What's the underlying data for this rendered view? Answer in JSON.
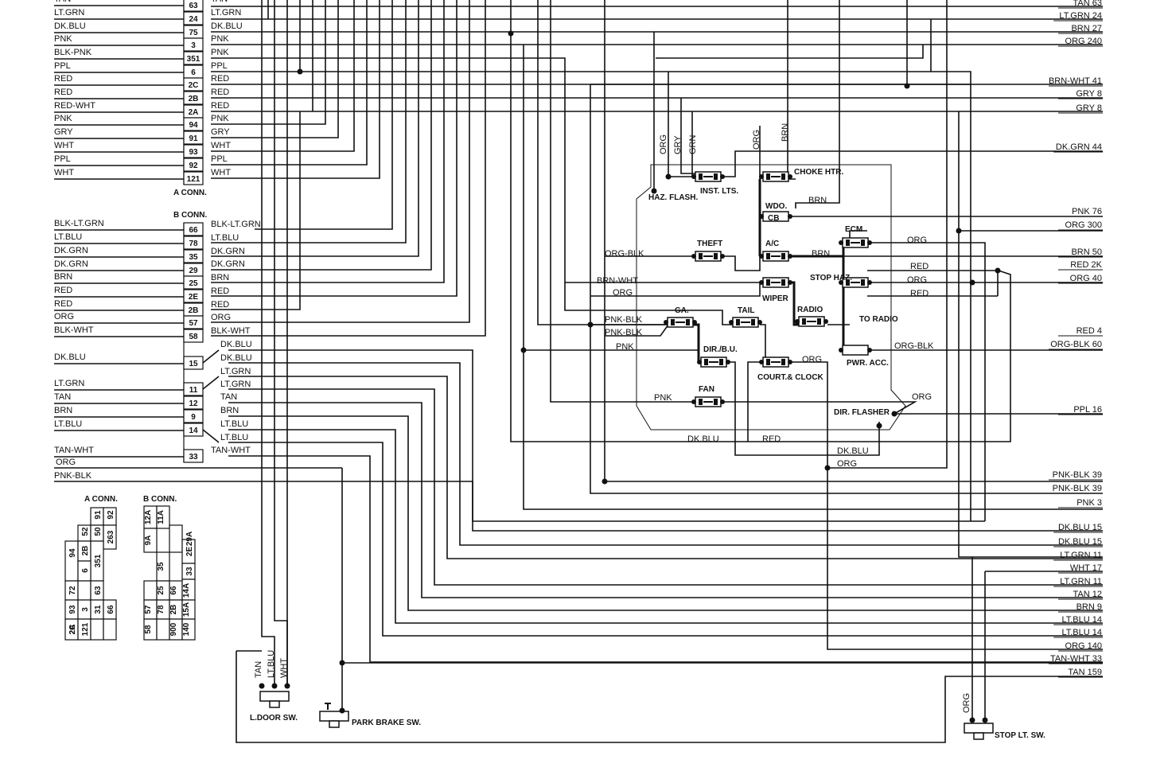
{
  "left_connector": {
    "a_title": "A CONN.",
    "b_title": "B CONN.",
    "a_rows": [
      {
        "pin": "63",
        "left": "TAN",
        "right": "TAN"
      },
      {
        "pin": "24",
        "left": "LT.GRN",
        "right": "LT.GRN"
      },
      {
        "pin": "75",
        "left": "DK.BLU",
        "right": "DK.BLU"
      },
      {
        "pin": "3",
        "left": "PNK",
        "right": "PNK"
      },
      {
        "pin": "351",
        "left": "BLK-PNK",
        "right": "PNK"
      },
      {
        "pin": "6",
        "left": "PPL",
        "right": "PPL"
      },
      {
        "pin": "2C",
        "left": "RED",
        "right": "RED"
      },
      {
        "pin": "2B",
        "left": "RED",
        "right": "RED"
      },
      {
        "pin": "2A",
        "left": "RED-WHT",
        "right": "RED"
      },
      {
        "pin": "94",
        "left": "PNK",
        "right": "PNK"
      },
      {
        "pin": "91",
        "left": "GRY",
        "right": "GRY"
      },
      {
        "pin": "93",
        "left": "WHT",
        "right": "WHT"
      },
      {
        "pin": "92",
        "left": "PPL",
        "right": "PPL"
      },
      {
        "pin": "121",
        "left": "WHT",
        "right": "WHT"
      }
    ],
    "b_rows": [
      {
        "pin": "66",
        "left": "BLK-LT.GRN",
        "right": "BLK-LT.GRN"
      },
      {
        "pin": "78",
        "left": "LT.BLU",
        "right": "LT.BLU"
      },
      {
        "pin": "35",
        "left": "DK.GRN",
        "right": "DK.GRN"
      },
      {
        "pin": "29",
        "left": "DK.GRN",
        "right": "DK.GRN"
      },
      {
        "pin": "25",
        "left": "BRN",
        "right": "BRN"
      },
      {
        "pin": "2E",
        "left": "RED",
        "right": "RED"
      },
      {
        "pin": "2B",
        "left": "RED",
        "right": "RED"
      },
      {
        "pin": "57",
        "left": "ORG",
        "right": "ORG"
      },
      {
        "pin": "58",
        "left": "BLK-WHT",
        "right": "BLK-WHT"
      },
      {
        "pin": "15",
        "left": "DK.BLU",
        "right": "DK.BLU"
      },
      {
        "pin": "11",
        "left": "LT.GRN",
        "right": "LT.GRN"
      },
      {
        "pin": "12",
        "left": "TAN",
        "right": "TAN"
      },
      {
        "pin": "9",
        "left": "BRN",
        "right": "BRN"
      },
      {
        "pin": "14",
        "left": "LT.BLU",
        "right": "LT.BLU"
      },
      {
        "pin": "33",
        "left": "TAN-WHT",
        "right": "TAN-WHT"
      }
    ],
    "b15_extra": "DK.BLU",
    "b11_extra": "LT.GRN",
    "b14_extra": "LT.BLU",
    "below_org": "ORG",
    "below_pnkblk": "PNK-BLK"
  },
  "right_wires": [
    "TAN 63",
    "LT.GRN 24",
    "BRN 27",
    "ORG 240",
    "BRN-WHT 41",
    "GRY 8",
    "GRY 8",
    "DK.GRN 44",
    "PNK 76",
    "ORG 300",
    "BRN 50",
    "RED 2K",
    "ORG 40",
    "RED 4",
    "ORG-BLK 60",
    "PPL 16",
    "PNK-BLK 39",
    "PNK-BLK 39",
    "PNK 3",
    "DK.BLU 15",
    "DK.BLU 15",
    "LT.GRN 11",
    "WHT 17",
    "LT.GRN 11",
    "TAN 12",
    "BRN 9",
    "LT.BLU 14",
    "LT.BLU 14",
    "ORG 140",
    "TAN-WHT 33",
    "TAN 159"
  ],
  "fuse_block": {
    "haz_flash": "HAZ. FLASH.",
    "inst_lts": "INST. LTS.",
    "choke_htr": "CHOKE HTR.",
    "wdo": "WDO.",
    "cb": "CB",
    "theft": "THEFT",
    "ac": "A/C",
    "ecm": "ECM",
    "stop_haz": "STOP HAZ.",
    "wiper": "WIPER",
    "radio": "RADIO",
    "to_radio": "TO RADIO",
    "ga": "GA.",
    "tail": "TAIL",
    "dir_bu": "DIR./B.U.",
    "court_clock": "COURT.& CLOCK",
    "pwr_acc": "PWR. ACC.",
    "fan": "FAN",
    "dir_flasher": "DIR. FLASHER"
  },
  "fuse_wire_labels": {
    "org_v1": "ORG",
    "gry_v": "GRY",
    "grn_v": "GRN",
    "org_v2": "ORG",
    "brn_v": "BRN",
    "brn_wdo": "BRN",
    "org_blk": "ORG-BLK",
    "brn_ac": "BRN",
    "org_ecm": "ORG",
    "red_1": "RED",
    "org_stop": "ORG",
    "red_2": "RED",
    "brn_wht": "BRN-WHT",
    "org_left": "ORG",
    "pnk_blk_1": "PNK-BLK",
    "pnk_blk_2": "PNK-BLK",
    "pnk_ga": "PNK",
    "org_court": "ORG",
    "org_blk_pwr": "ORG-BLK",
    "pnk_fan": "PNK",
    "org_flash": "ORG",
    "dk_blu_bottom": "DK.BLU",
    "red_bottom": "RED",
    "dk_blu_flash": "DK.BLU",
    "org_bottom": "ORG"
  },
  "connector_face": {
    "a_title": "A CONN.",
    "b_title": "B CONN.",
    "a_cells": [
      "91",
      "92",
      "52",
      "50",
      "263",
      "94",
      "2B",
      "351",
      "72",
      "6",
      "63",
      "93",
      "3",
      "31",
      "66",
      "2C",
      "121",
      "2A"
    ],
    "b_cells": [
      "12A",
      "11A",
      "29A",
      "9A",
      "2E",
      "35",
      "33",
      "25",
      "66",
      "14A",
      "57",
      "78",
      "2B",
      "15A",
      "58",
      "900",
      "140"
    ]
  },
  "switches": {
    "l_door": "L.DOOR SW.",
    "l_door_tan": "TAN",
    "l_door_ltblu": "LT.BLU",
    "l_door_wht": "WHT",
    "park_brake": "PARK BRAKE SW.",
    "stop_lt": "STOP LT. SW.",
    "stop_org": "ORG"
  }
}
